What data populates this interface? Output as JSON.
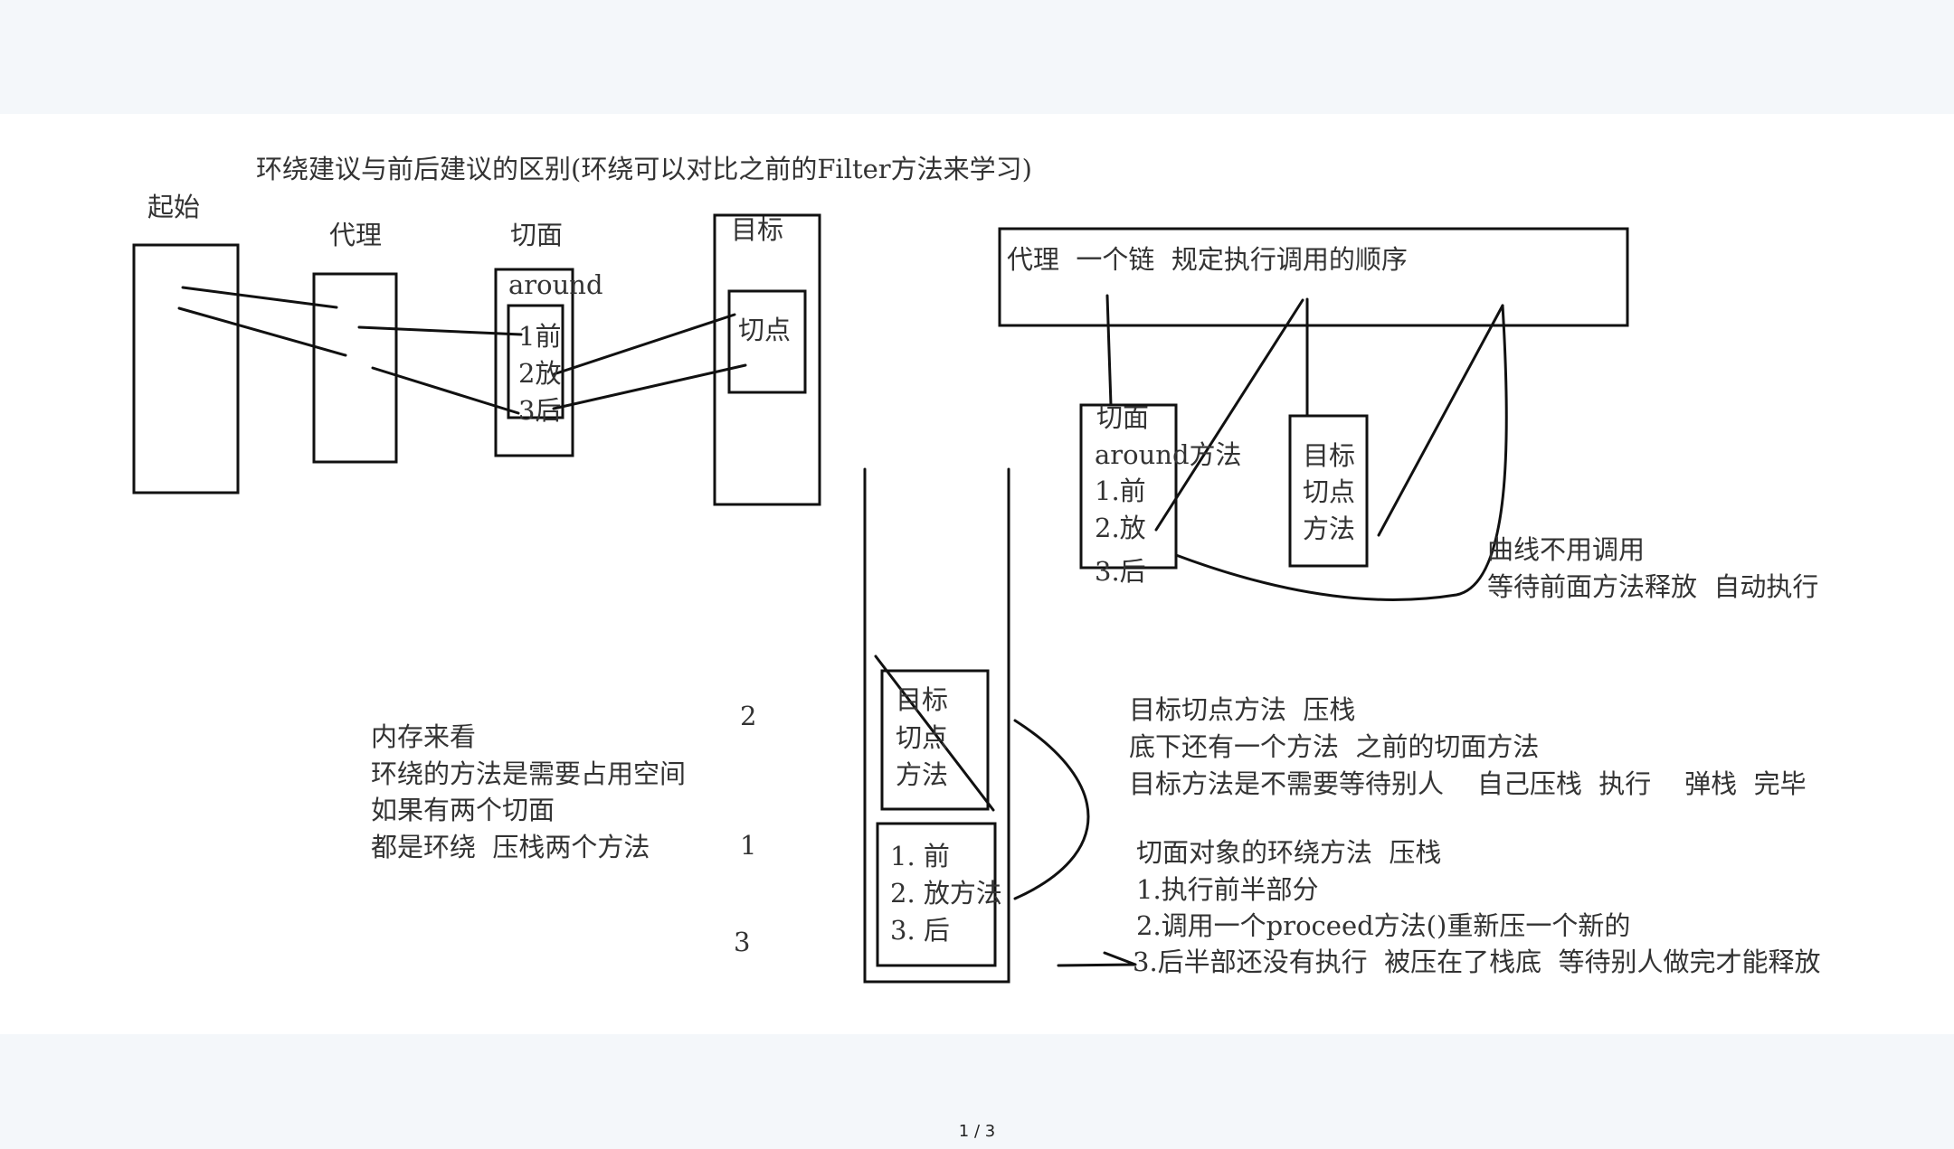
{
  "diagram": {
    "title": "环绕建议与前后建议的区别(环绕可以对比之前的Filter方法来学习)",
    "left_flow": {
      "start_label": "起始",
      "proxy_label": "代理",
      "aspect_label": "切面",
      "aspect_around": "around",
      "aspect_steps": [
        "1前",
        "2放",
        "3后"
      ],
      "target_label": "目标",
      "pointcut_label": "切点"
    },
    "right_chain": {
      "chain_text": "代理  一个链  规定执行调用的顺序",
      "aspect_lines": [
        "切面",
        "around方法",
        "1.前",
        "2.放",
        "3.后"
      ],
      "target_lines": [
        "目标",
        "切点",
        "方法"
      ],
      "curve_note": [
        "曲线不用调用",
        "等待前面方法释放  自动执行"
      ]
    },
    "memory_note": [
      "内存来看",
      "环绕的方法是需要占用空间",
      "如果有两个切面",
      "都是环绕  压栈两个方法"
    ],
    "stack": {
      "numbers": [
        "2",
        "1",
        "3"
      ],
      "top_frame": [
        "目标",
        "切点",
        "方法"
      ],
      "bottom_frame": [
        "1. 前",
        "2. 放方法",
        "3. 后"
      ]
    },
    "target_note": [
      "目标切点方法  压栈",
      "底下还有一个方法  之前的切面方法",
      "目标方法是不需要等待别人    自己压栈  执行    弹栈  完毕"
    ],
    "aspect_note": [
      "切面对象的环绕方法  压栈",
      "1.执行前半部分",
      "2.调用一个proceed方法()重新压一个新的",
      "3.后半部还没有执行  被压在了栈底  等待别人做完才能释放"
    ]
  },
  "footer": {
    "page_indicator": "1 / 3"
  }
}
